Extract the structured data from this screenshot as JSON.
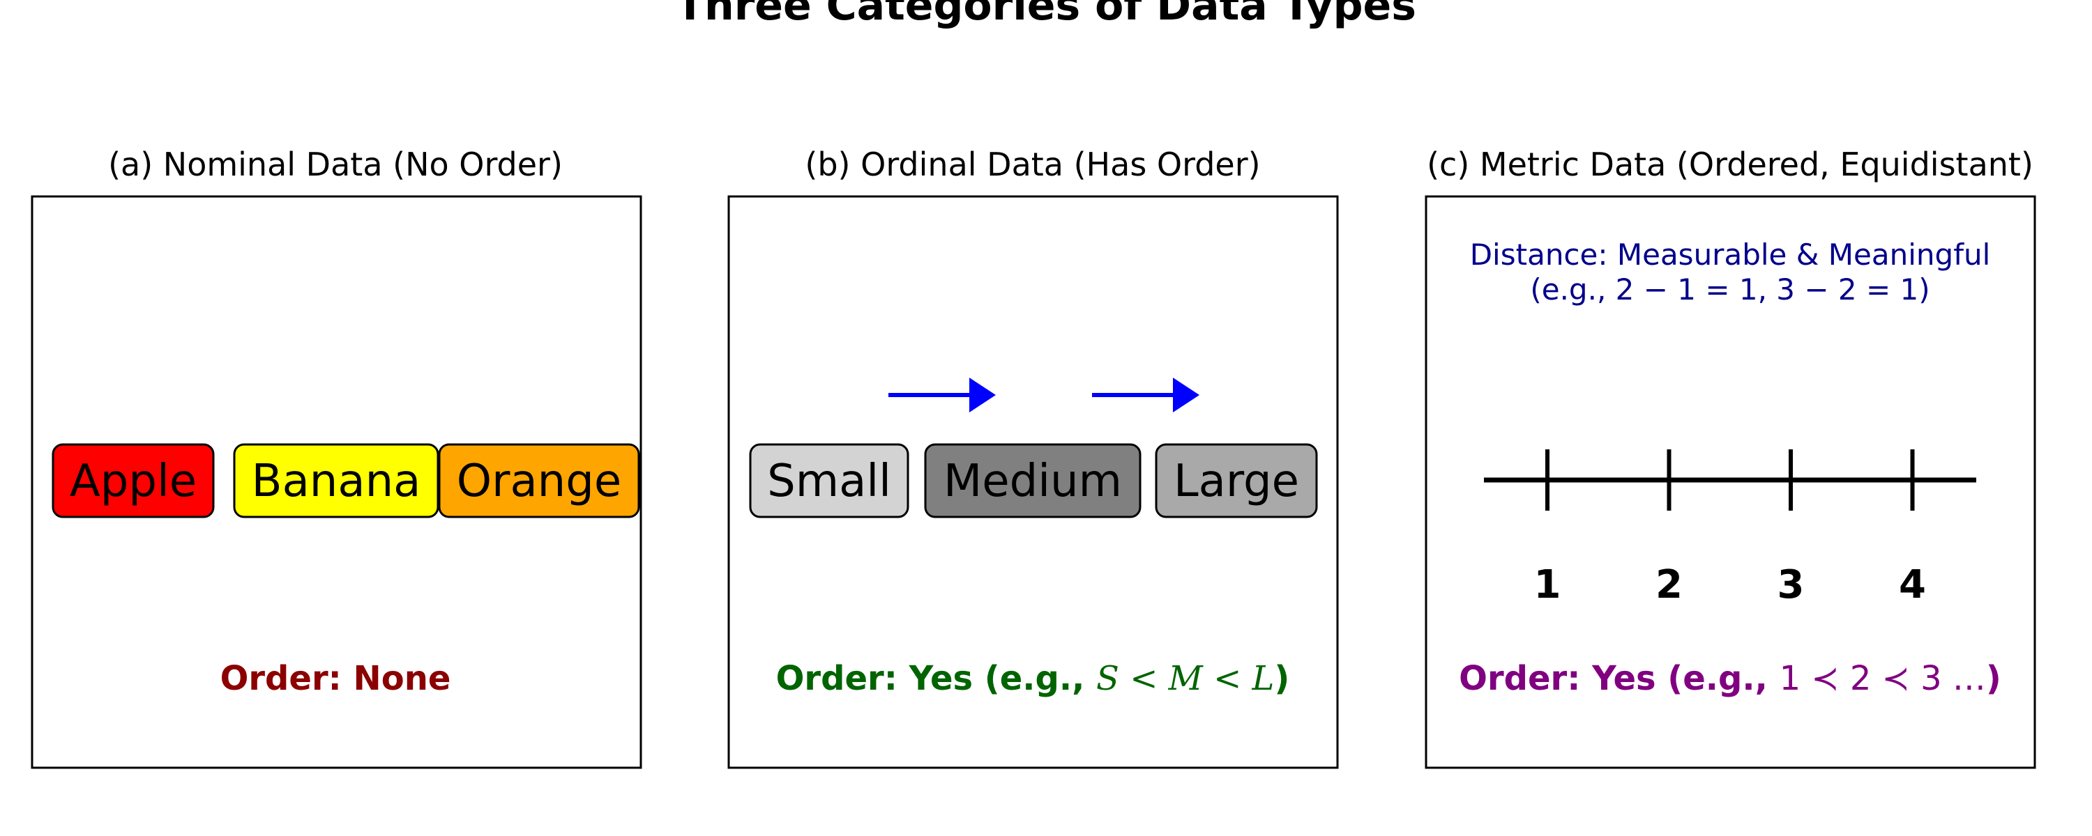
{
  "figure": {
    "suptitle": "Three Categories of Data Types"
  },
  "panels": [
    {
      "id": "nominal",
      "title": "(a) Nominal Data (No Order)",
      "items": [
        {
          "label": "Apple",
          "color": "#ff0000"
        },
        {
          "label": "Banana",
          "color": "#ffff00"
        },
        {
          "label": "Orange",
          "color": "#ffa500"
        }
      ],
      "order_text": "Order: None",
      "order_color": "#8b0000"
    },
    {
      "id": "ordinal",
      "title": "(b) Ordinal Data (Has Order)",
      "items": [
        {
          "label": "Small",
          "color": "#d3d3d3"
        },
        {
          "label": "Medium",
          "color": "#808080"
        },
        {
          "label": "Large",
          "color": "#a9a9a9"
        }
      ],
      "arrow_color": "#0000ff",
      "order_prefix": "Order: Yes (e.g., ",
      "order_math": "S < M < L",
      "order_suffix": ")",
      "order_color": "#006400"
    },
    {
      "id": "metric",
      "title": "(c) Metric Data (Ordered, Equidistant)",
      "distance_line1": "Distance: Measurable & Meaningful",
      "distance_line2": "(e.g., 2 − 1 = 1, 3 − 2 = 1)",
      "distance_color": "#00008b",
      "ticks": [
        "1",
        "2",
        "3",
        "4"
      ],
      "order_prefix": "Order: Yes (e.g., ",
      "order_math": "1 ≺ 2 ≺ 3 …",
      "order_suffix": ")",
      "order_color": "#800080"
    }
  ]
}
